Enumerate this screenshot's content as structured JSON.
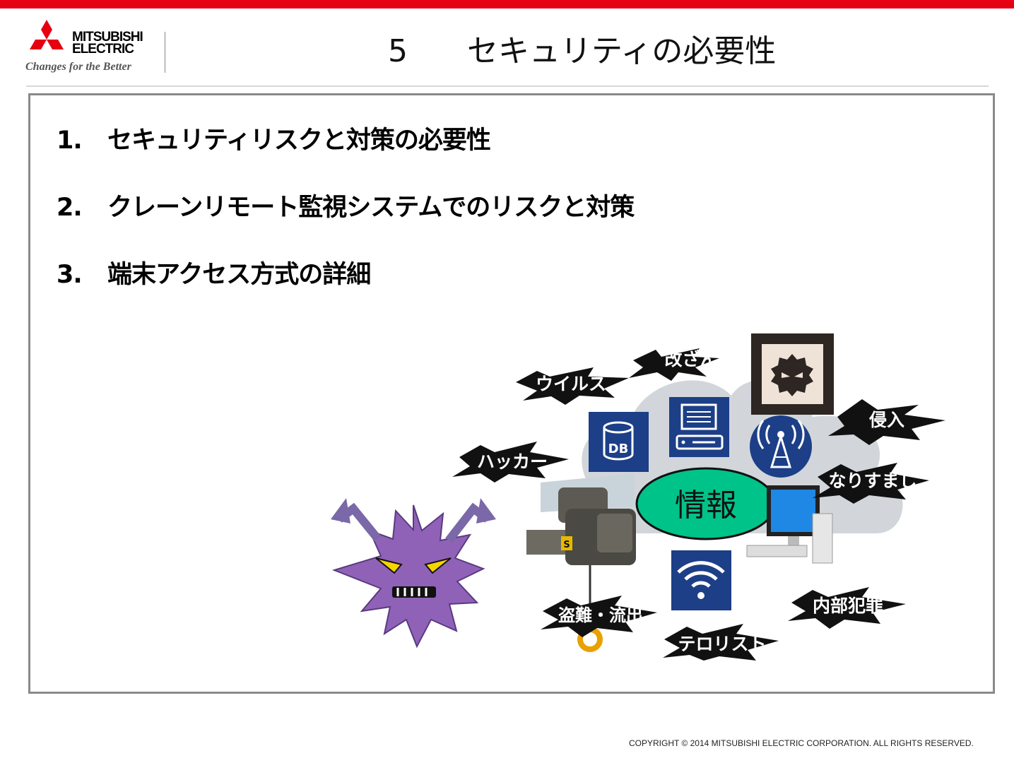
{
  "header": {
    "brand_name_line1": "MITSUBISHI",
    "brand_name_line2": "ELECTRIC",
    "brand_tagline": "Changes for the Better",
    "slide_number": "5",
    "slide_title": "セキュリティの必要性",
    "accent_color": "#e60012"
  },
  "agenda": [
    {
      "number": "1.",
      "text": "セキュリティリスクと対策の必要性"
    },
    {
      "number": "2.",
      "text": "クレーンリモート監視システムでのリスクと対策"
    },
    {
      "number": "3.",
      "text": "端末アクセス方式の詳細"
    }
  ],
  "illustration": {
    "center_label": "情報",
    "db_icon_label": "DB",
    "crane_badge": "S",
    "threats": [
      "改ざん",
      "ウイルス",
      "侵入",
      "ハッカー",
      "なりすまし",
      "内部犯罪",
      "盗難・流出",
      "テロリスト"
    ],
    "icons": [
      "virus-monster-icon",
      "database-icon",
      "server-icon",
      "hacker-mask-icon",
      "antenna-icon",
      "wifi-icon",
      "computer-icon",
      "crane-hoist-icon"
    ],
    "colors": {
      "icon_blue": "#1c3f87",
      "info_green": "#00c389",
      "virus_purple": "#8f62b8",
      "cloud": "#d2d6db"
    }
  },
  "footer": {
    "copyright": "COPYRIGHT © 2014 MITSUBISHI ELECTRIC CORPORATION. ALL RIGHTS RESERVED."
  }
}
